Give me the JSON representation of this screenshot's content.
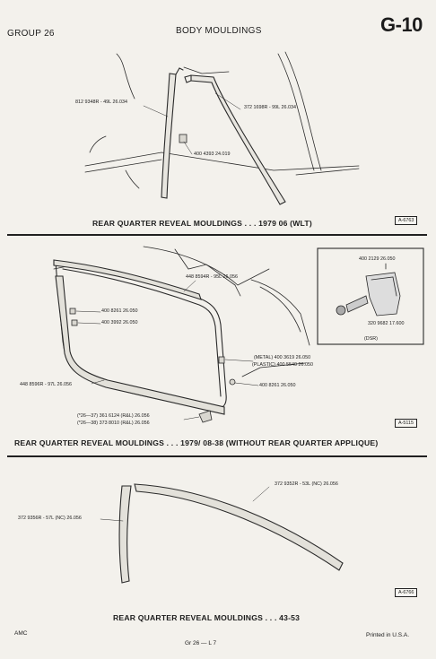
{
  "header": {
    "group": "GROUP 26",
    "title": "BODY MOULDINGS",
    "page_id": "G-10"
  },
  "section1": {
    "caption": "REAR QUARTER REVEAL MOULDINGS . . . 1979 06 (WLT)",
    "ref": "A-6763",
    "parts": {
      "left": "812 9348R - 49L  26.034",
      "right": "372 1698R - 99L  26.034",
      "clip": "400 4393  24.019"
    }
  },
  "section2": {
    "caption": "REAR QUARTER REVEAL MOULDINGS . . . 1979/  08-38 (WITHOUT REAR QUARTER APPLIQUE)",
    "ref": "A-5115",
    "parts": {
      "top": "448 8594R - 95L  26.056",
      "clip1": "400 8261  26.050",
      "clip2": "400 3992  26.050",
      "left": "448 8596R - 97L  26.056",
      "metal": "(METAL) 400 3619  26.050",
      "plastic": "(PLASTIC) 400 5540  26.050",
      "clip3": "400 8261  26.050",
      "ea1": "(*26—37) 361 6124 (R&L)  26.056",
      "ea2": "(*26—38) 373 8010 (R&L)  26.056"
    },
    "inset": {
      "part1": "400 2129  26.050",
      "part2": "320 9682  17.600",
      "note": "(DSR)"
    }
  },
  "section3": {
    "caption": "REAR QUARTER REVEAL MOULDINGS . . . 43-53",
    "ref": "A-6766",
    "parts": {
      "left": "372 9356R - 57L (NC)  26.056",
      "right": "372 9352R - 53L (NC)  26.056"
    }
  },
  "footer": {
    "left": "AMC",
    "center": "Gr  26  —  L  7",
    "right": "Printed  in U.S.A."
  }
}
